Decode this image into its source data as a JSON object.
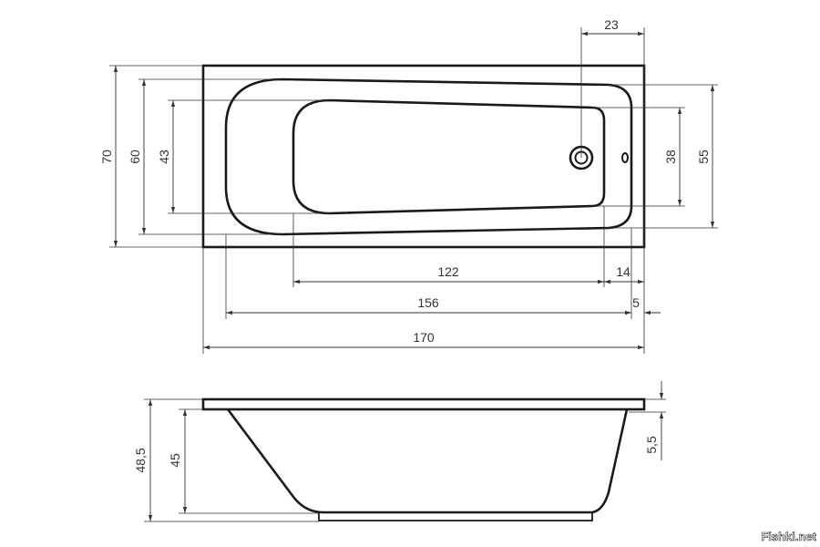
{
  "title": "Bathtub dimensions drawing",
  "top_view": {
    "dims": {
      "overall_width": "70",
      "rim_inner_width": "60",
      "bottom_width": "43",
      "drain_to_end": "23",
      "right_inner_width": "38",
      "right_outer_width": "55",
      "bottom_length": "122",
      "bottom_end_offset": "14",
      "inner_length": "156",
      "rim_end_offset": "5",
      "overall_length": "170"
    }
  },
  "side_view": {
    "dims": {
      "total_height": "48,5",
      "body_height": "45",
      "rim_thickness": "5,5"
    }
  },
  "watermark": "Fishki.net"
}
